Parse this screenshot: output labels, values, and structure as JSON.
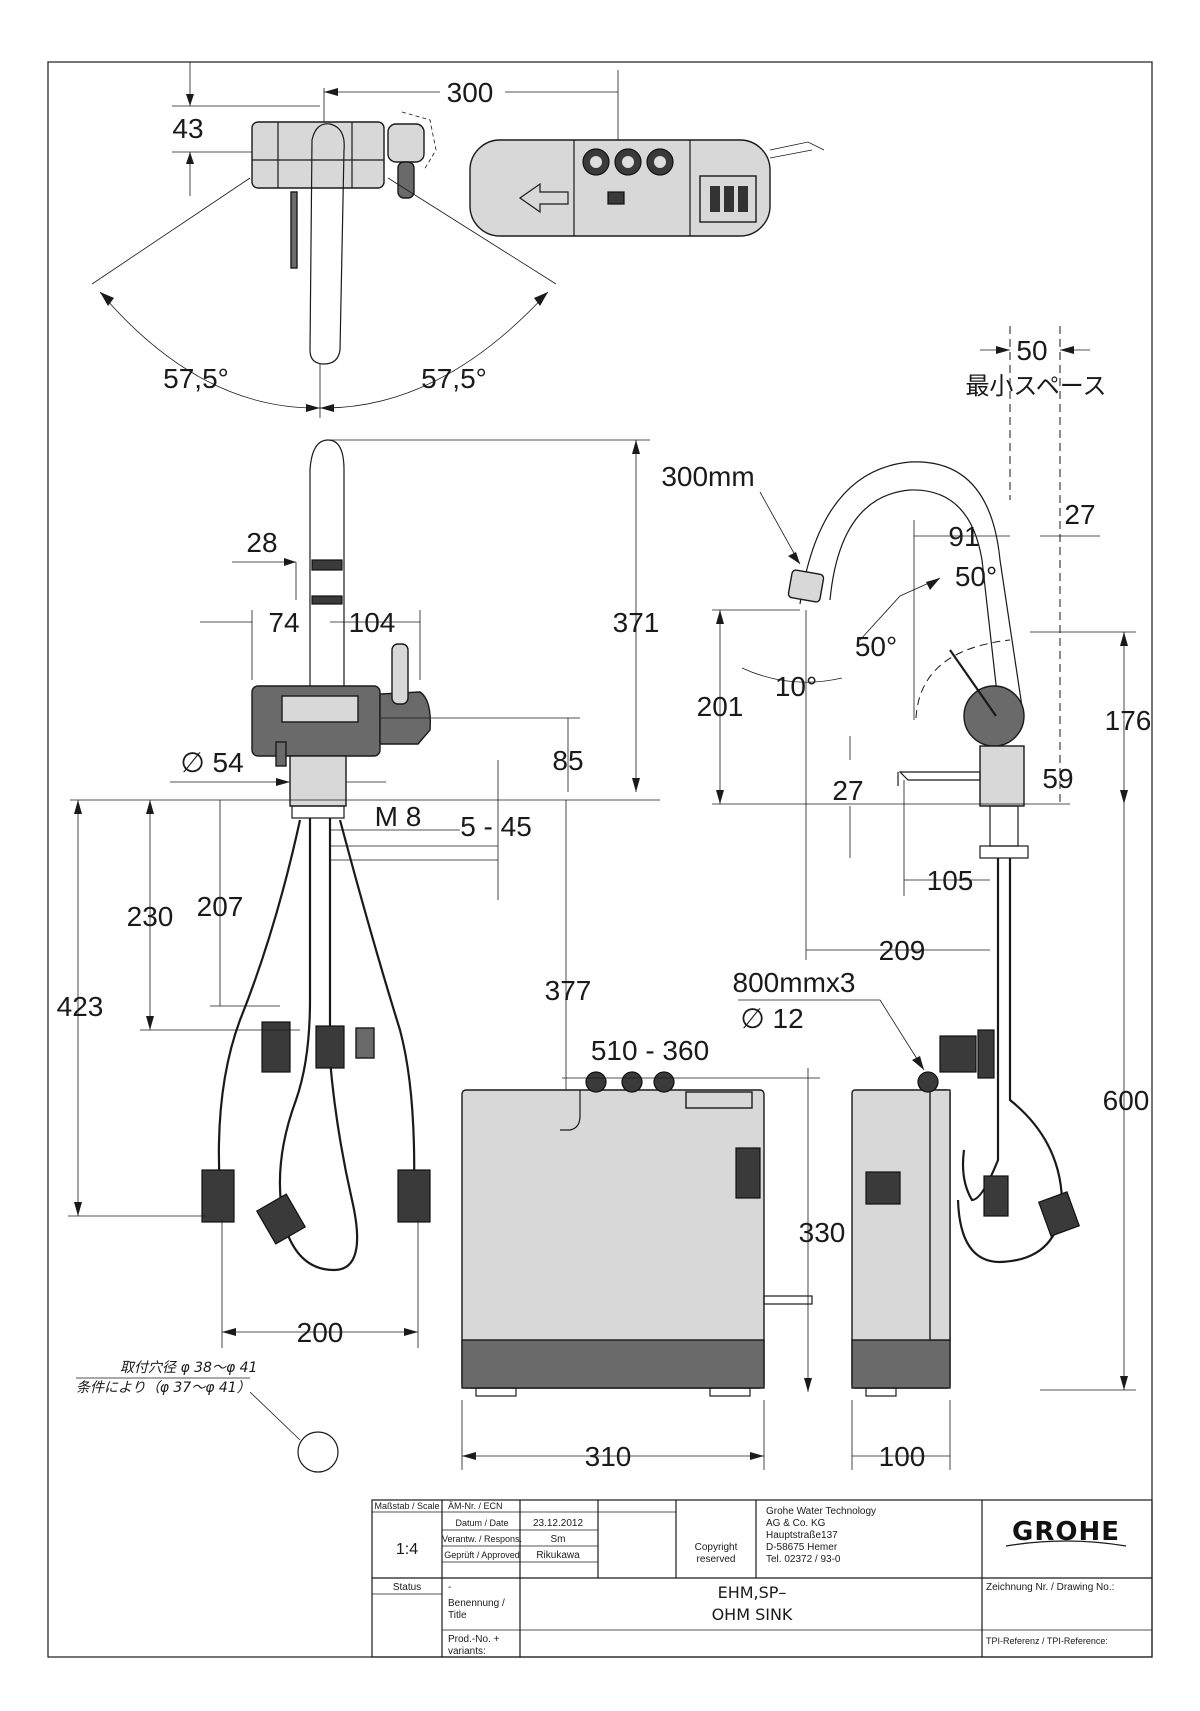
{
  "top_view": {
    "dims": {
      "width": "300",
      "height": "43",
      "angle_left": "57,5°",
      "angle_right": "57,5°"
    }
  },
  "front_view": {
    "dims": {
      "spout_width": "28",
      "left_offset": "74",
      "right_offset": "104",
      "total_height": "371",
      "body_height": "85",
      "base_diameter": "∅ 54",
      "thread": "M 8",
      "counter_thickness": "5 - 45",
      "hose_230": "230",
      "hose_207": "207",
      "hose_423": "423",
      "hose_377": "377",
      "spacing_200": "200"
    },
    "hole_note_line1": "取付穴径 φ 38～φ 41",
    "hole_note_line2": "条件により（φ 37～φ 41）"
  },
  "side_view": {
    "dims": {
      "min_space_value": "50",
      "min_space_label": "最小スペース",
      "pullout": "300mm",
      "reach_91": "91",
      "offset_27_top": "27",
      "angle_50_top": "50°",
      "angle_50_mid": "50°",
      "angle_10": "10°",
      "height_201": "201",
      "height_176": "176",
      "lever_27": "27",
      "base_59": "59",
      "depth_105": "105",
      "depth_209": "209",
      "hose_spec_1": "800mmx3",
      "hose_spec_2": "∅ 12",
      "height_600": "600"
    }
  },
  "boiler": {
    "dims": {
      "width": "310",
      "depth": "100",
      "height": "330",
      "distance": "510 - 360"
    }
  },
  "title_block": {
    "scale_label": "Maßstab / Scale",
    "scale_value": "1:4",
    "ecn_label": "ÄM-Nr. / ECN",
    "date_label": "Datum / Date",
    "date_value": "23.12.2012",
    "resp_label": "Verantw. / Respons.",
    "resp_value": "Sm",
    "approved_label": "Geprüft / Approved",
    "approved_value": "Rikukawa",
    "copyright_1": "Copyright",
    "copyright_2": "reserved",
    "company_1": "Grohe Water Technology",
    "company_2": "AG & Co. KG",
    "company_3": "Hauptstraße137",
    "company_4": "D-58675 Hemer",
    "company_5": "Tel. 02372 / 93-0",
    "logo": "GROHE",
    "status_label": "Status",
    "status_value": "-",
    "title_label_1": "Benennung /",
    "title_label_2": "Title",
    "title_value_1": "EHM,SP–",
    "title_value_2": "OHM SINK",
    "drawing_no_label": "Zeichnung Nr. / Drawing No.:",
    "prod_label_1": "Prod.-No. +",
    "prod_label_2": "variants:",
    "tpi_label": "TPI-Referenz / TPI-Reference:"
  }
}
